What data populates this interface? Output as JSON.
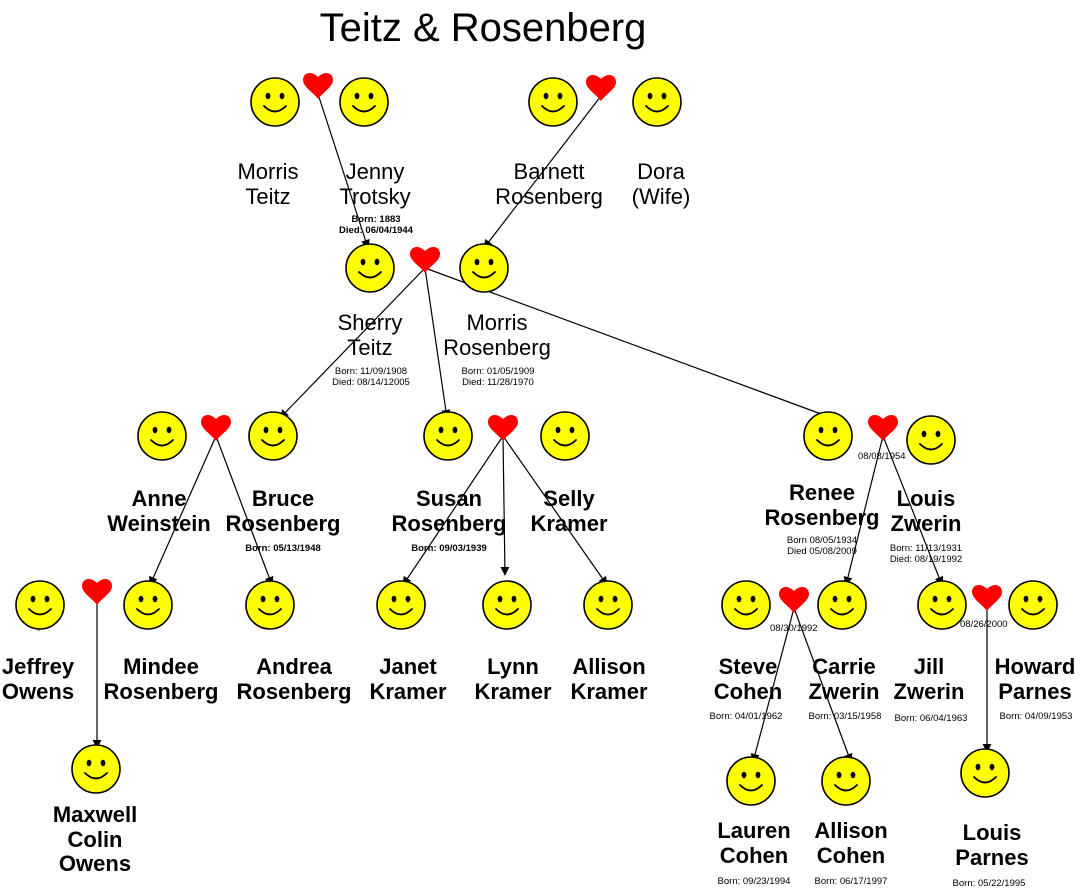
{
  "title": "Teitz & Rosenberg",
  "colors": {
    "face": "#ffff00",
    "outline": "#000000",
    "heart": "#ff0000",
    "line": "#000000"
  },
  "icons": {
    "person": "smiley-face-icon",
    "marriage": "heart-icon"
  },
  "people": {
    "morris_teitz": {
      "name": [
        "Morris",
        "Teitz"
      ]
    },
    "jenny_trotsky": {
      "name": [
        "Jenny",
        "Trotsky"
      ],
      "info": [
        "Born: 1883",
        "Died: 06/04/1944"
      ]
    },
    "barnett_rosenberg": {
      "name": [
        "Barnett",
        "Rosenberg"
      ]
    },
    "dora_wife": {
      "name": [
        "Dora",
        "(Wife)"
      ]
    },
    "sherry_teitz": {
      "name": [
        "Sherry",
        "Teitz"
      ],
      "info": [
        "Born: 11/09/1908",
        "Died: 08/14/12005"
      ]
    },
    "morris_rosenberg": {
      "name": [
        "Morris",
        "Rosenberg"
      ],
      "info": [
        "Born: 01/05/1909",
        "Died: 11/28/1970"
      ]
    },
    "anne_weinstein": {
      "name": [
        "Anne",
        "Weinstein"
      ]
    },
    "bruce_rosenberg": {
      "name": [
        "Bruce",
        "Rosenberg"
      ],
      "info": [
        "Born: 05/13/1948"
      ]
    },
    "susan_rosenberg": {
      "name": [
        "Susan",
        "Rosenberg"
      ],
      "info": [
        "Born: 09/03/1939"
      ]
    },
    "selly_kramer": {
      "name": [
        "Selly",
        "Kramer"
      ]
    },
    "renee_rosenberg": {
      "name": [
        "Renee",
        "Rosenberg"
      ],
      "info": [
        "Born 08/05/1934",
        "Died 05/08/2009"
      ]
    },
    "louis_zwerin": {
      "name": [
        "Louis",
        "Zwerin"
      ],
      "info": [
        "Born: 11/13/1931",
        "Died: 08/19/1992"
      ]
    },
    "jeffrey_owens": {
      "name": [
        "Jeffrey",
        "Owens"
      ]
    },
    "mindee_rosenberg": {
      "name": [
        "Mindee",
        "Rosenberg"
      ]
    },
    "andrea_rosenberg": {
      "name": [
        "Andrea",
        "Rosenberg"
      ]
    },
    "janet_kramer": {
      "name": [
        "Janet",
        "Kramer"
      ]
    },
    "lynn_kramer": {
      "name": [
        "Lynn",
        "Kramer"
      ]
    },
    "allison_kramer": {
      "name": [
        "Allison",
        "Kramer"
      ]
    },
    "steve_cohen": {
      "name": [
        "Steve",
        "Cohen"
      ],
      "info": [
        "Born: 04/01/1962"
      ]
    },
    "carrie_zwerin": {
      "name": [
        "Carrie",
        "Zwerin"
      ],
      "info": [
        "Born: 03/15/1958"
      ]
    },
    "jill_zwerin": {
      "name": [
        "Jill",
        "Zwerin"
      ],
      "info": [
        "Born: 06/04/1963"
      ]
    },
    "howard_parnes": {
      "name": [
        "Howard",
        "Parnes"
      ],
      "info": [
        "Born: 04/09/1953"
      ]
    },
    "maxwell_colin_owens": {
      "name": [
        "Maxwell",
        "Colin",
        "Owens"
      ]
    },
    "lauren_cohen": {
      "name": [
        "Lauren",
        "Cohen"
      ],
      "info": [
        "Born: 09/23/1994"
      ]
    },
    "allison_cohen": {
      "name": [
        "Allison",
        "Cohen"
      ],
      "info": [
        "Born: 06/17/1997"
      ]
    },
    "louis_parnes": {
      "name": [
        "Louis",
        "Parnes"
      ],
      "info": [
        "Born: 05/22/1995"
      ]
    }
  },
  "marriages": {
    "renee_louis": {
      "date": "08/08/1954"
    },
    "steve_carrie": {
      "date": "08/30/1992"
    },
    "jill_howard": {
      "date": "08/26/2000"
    }
  },
  "stray_mark": "`"
}
